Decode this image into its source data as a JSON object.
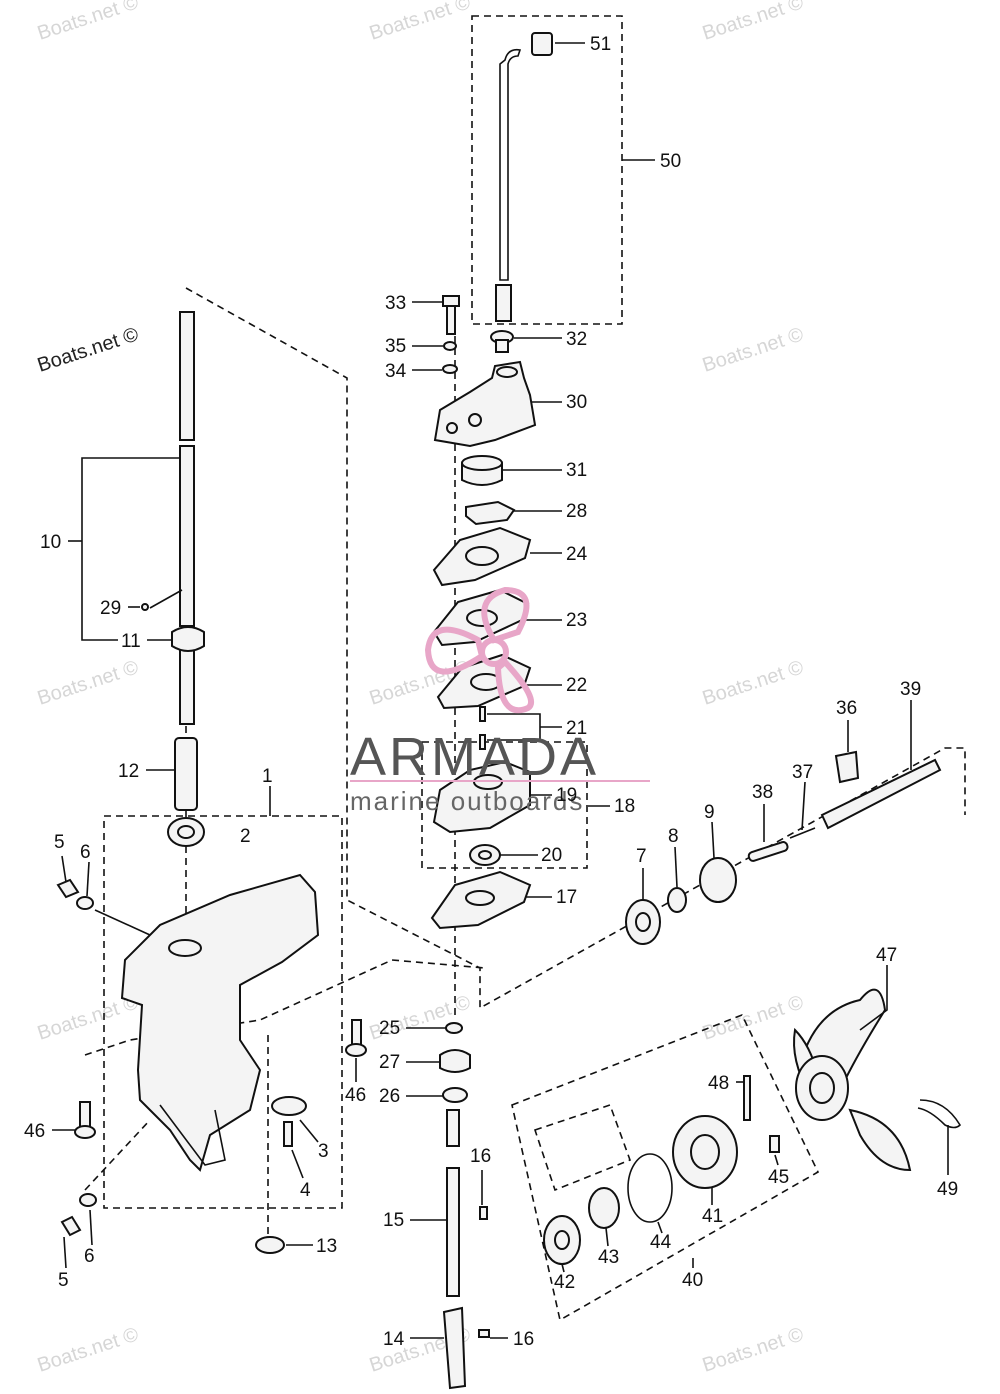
{
  "watermarks": [
    "Boats.net ©",
    "Boats.net ©",
    "Boats.net ©",
    "Boats.net ©",
    "Boats.net ©",
    "Boats.net ©",
    "Boats.net ©",
    "Boats.net ©",
    "Boats.net ©",
    "Boats.net ©",
    "Boats.net ©",
    "Boats.net ©",
    "Boats.net ©",
    "Boats.net ©"
  ],
  "brand": {
    "name": "ARMADA",
    "tagline": "marine outboards",
    "color": "#e8a6c8"
  },
  "labels": [
    "51",
    "50",
    "33",
    "32",
    "35",
    "34",
    "30",
    "31",
    "28",
    "24",
    "23",
    "22",
    "21",
    "19",
    "18",
    "20",
    "17",
    "10",
    "29",
    "11",
    "12",
    "1",
    "2",
    "5",
    "6",
    "8",
    "9",
    "7",
    "36",
    "37",
    "38",
    "39",
    "25",
    "27",
    "26",
    "46",
    "46",
    "3",
    "4",
    "13",
    "47",
    "48",
    "45",
    "49",
    "16",
    "15",
    "41",
    "44",
    "43",
    "42",
    "40",
    "5",
    "6",
    "14",
    "16"
  ]
}
